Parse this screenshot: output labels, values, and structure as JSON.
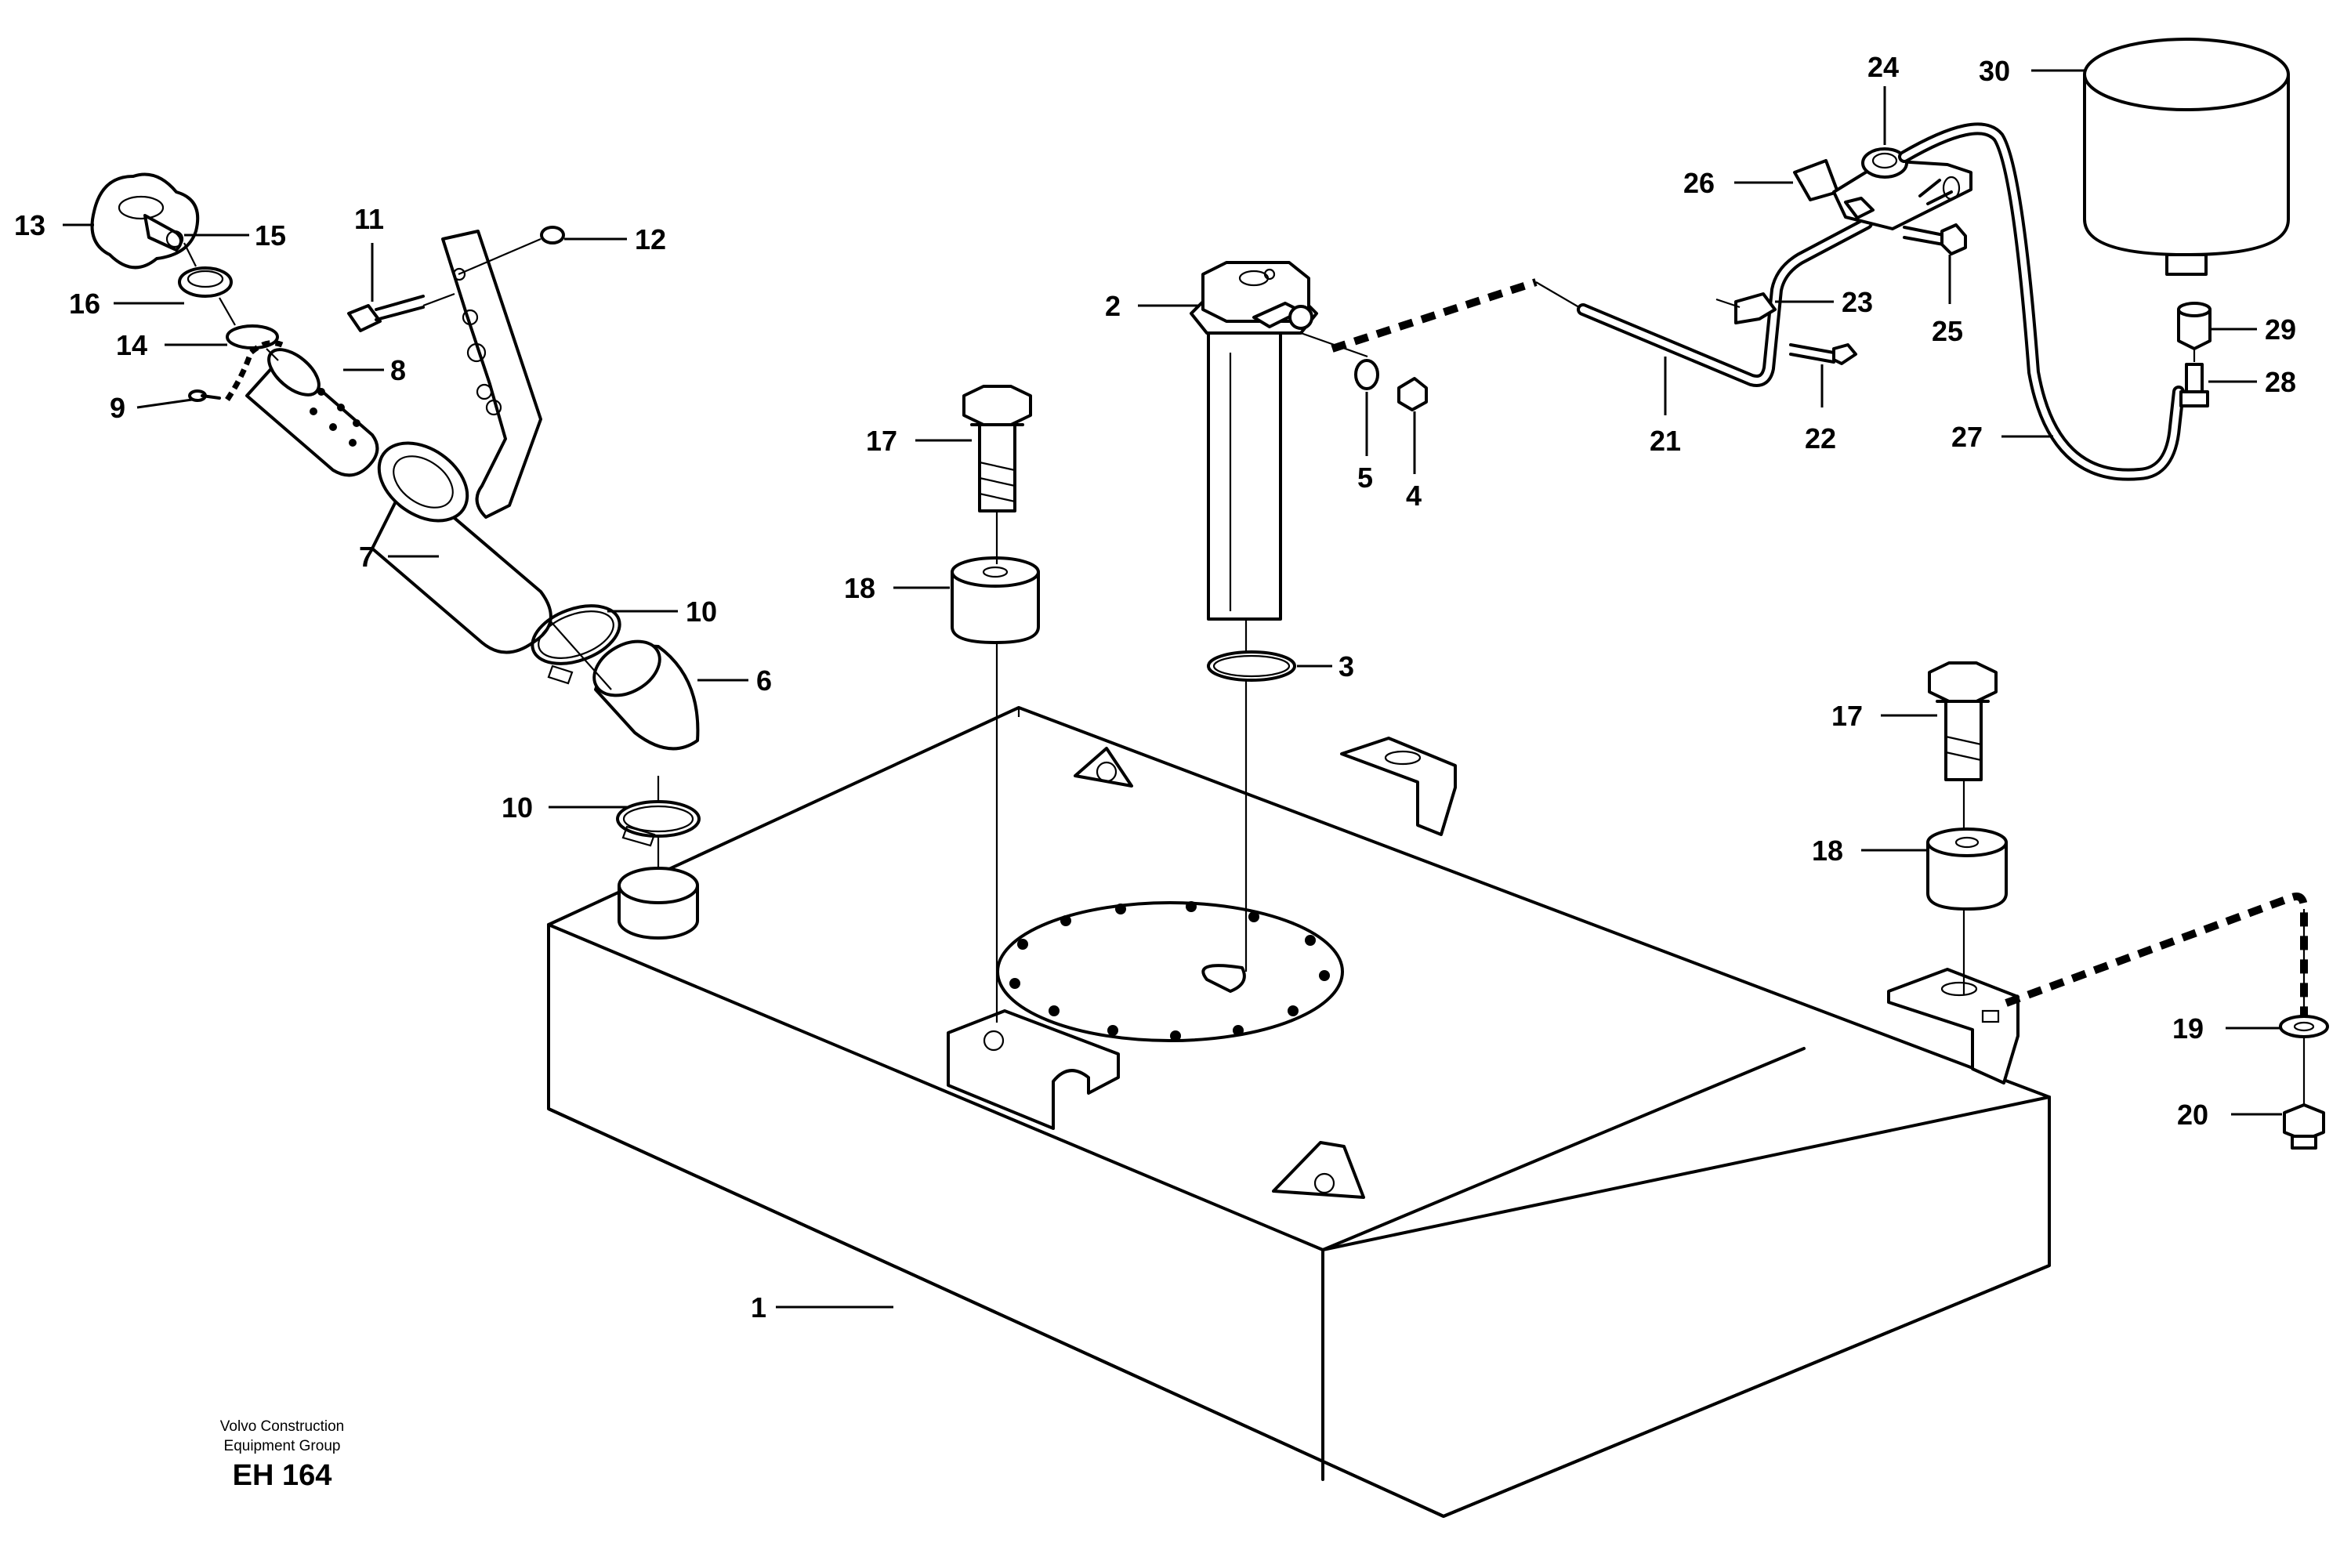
{
  "callouts": [
    {
      "n": "1"
    },
    {
      "n": "2"
    },
    {
      "n": "3"
    },
    {
      "n": "4"
    },
    {
      "n": "5"
    },
    {
      "n": "6"
    },
    {
      "n": "7"
    },
    {
      "n": "8"
    },
    {
      "n": "9"
    },
    {
      "n": "10"
    },
    {
      "n": "10"
    },
    {
      "n": "11"
    },
    {
      "n": "12"
    },
    {
      "n": "13"
    },
    {
      "n": "14"
    },
    {
      "n": "15"
    },
    {
      "n": "16"
    },
    {
      "n": "17"
    },
    {
      "n": "17"
    },
    {
      "n": "18"
    },
    {
      "n": "18"
    },
    {
      "n": "19"
    },
    {
      "n": "20"
    },
    {
      "n": "21"
    },
    {
      "n": "22"
    },
    {
      "n": "23"
    },
    {
      "n": "24"
    },
    {
      "n": "25"
    },
    {
      "n": "26"
    },
    {
      "n": "27"
    },
    {
      "n": "28"
    },
    {
      "n": "29"
    },
    {
      "n": "30"
    }
  ],
  "caption": {
    "line1": "Volvo Construction",
    "line2": "Equipment Group",
    "code": "EH 164"
  }
}
